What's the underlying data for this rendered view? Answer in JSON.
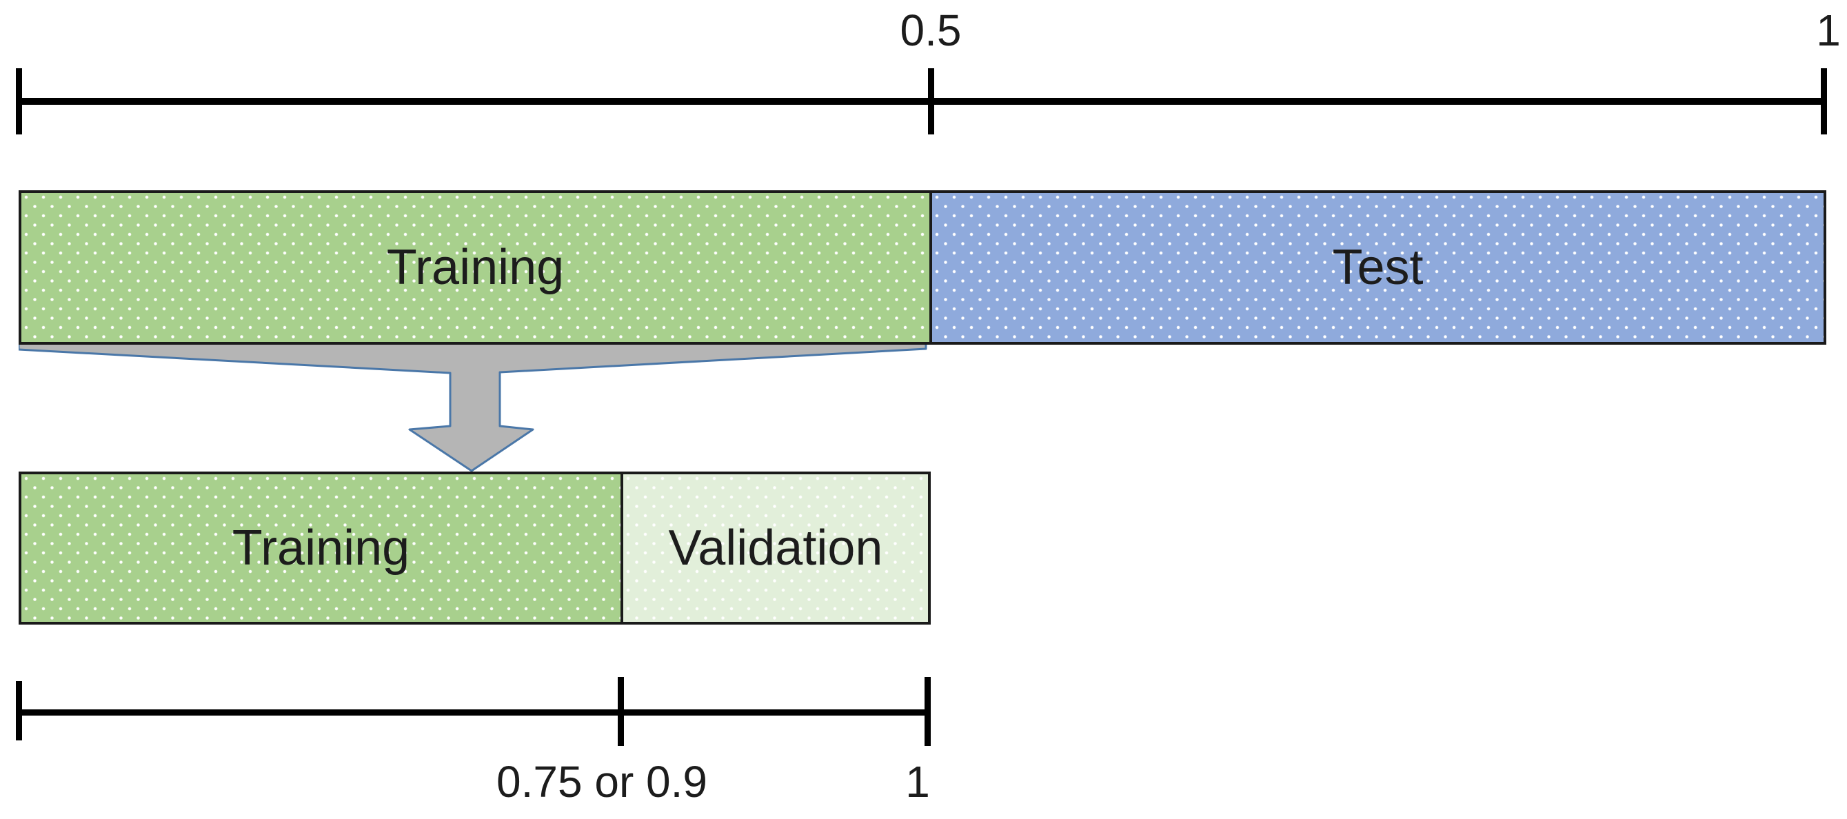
{
  "top_axis": {
    "mid_label": "0.5",
    "end_label": "1"
  },
  "top_bar": {
    "training": "Training",
    "test": "Test"
  },
  "bottom_bar": {
    "training": "Training",
    "validation": "Validation"
  },
  "bottom_axis": {
    "split_label": "0.75 or 0.9",
    "end_label": "1"
  },
  "colors": {
    "training-green": "#a8d08d",
    "test-blue": "#8faadc",
    "validation-green": "#e2efda",
    "arrow-fill": "#b5b5b5",
    "arrow-stroke": "#4a77a8",
    "axis-black": "#000000",
    "bar-border": "#1a1a1a",
    "text-black": "#1c1c1c",
    "dot-white": "#ffffff"
  }
}
